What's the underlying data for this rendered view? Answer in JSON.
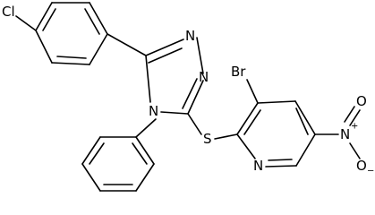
{
  "molecule": {
    "atoms": {
      "cl": "Cl",
      "br": "Br",
      "s": "S",
      "n_triazole_1": "N",
      "n_triazole_2": "N",
      "n_triazole_4": "N",
      "n_pyridine": "N",
      "n_nitro": "N",
      "nitro_plus": "+",
      "o_nitro_top": "O",
      "o_nitro_bottom": "O",
      "o_minus": "−"
    }
  }
}
